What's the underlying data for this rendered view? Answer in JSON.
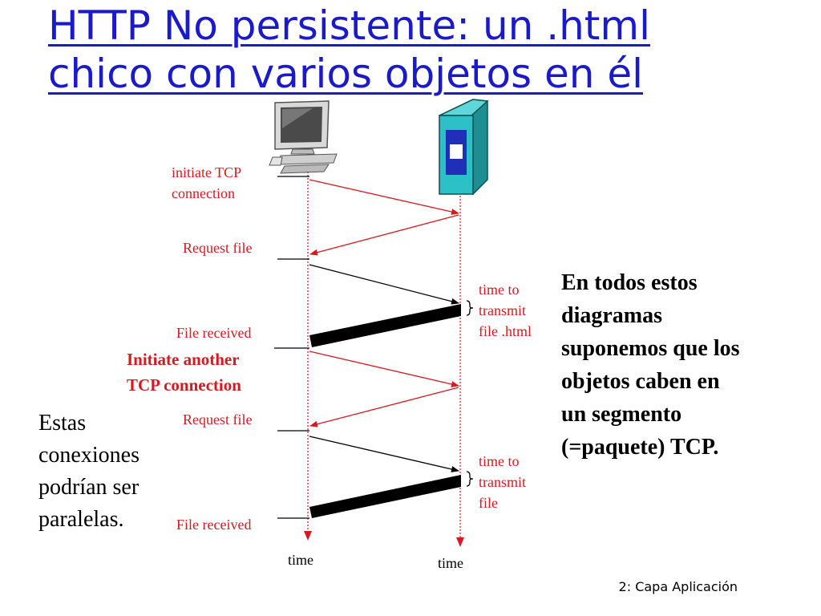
{
  "title": {
    "line1": "HTTP No persistente: un .html",
    "line2": "chico con varios objetos en él"
  },
  "labels": {
    "initiate_tcp_1": "initiate TCP",
    "initiate_tcp_2": "connection",
    "request_file_1": "Request file",
    "file_received_1": "File received",
    "initiate_another_1": "Initiate another",
    "initiate_another_2": "TCP connection",
    "request_file_2": "Request file",
    "file_received_2": "File received",
    "ttt_html_1": "time to",
    "ttt_html_2": "transmit",
    "ttt_html_3": "file .html",
    "ttt_file_1": "time to",
    "ttt_file_2": "transmit",
    "ttt_file_3": "file",
    "time_client": "time",
    "time_server": "time"
  },
  "side_note": {
    "line1": "En todos estos",
    "line2": "diagramas",
    "line3": "suponemos que los",
    "line4": "objetos caben en",
    "line5": "un segmento",
    "line6": "(=paquete) TCP."
  },
  "left_note": {
    "line1": "Estas",
    "line2": "conexiones",
    "line3": "podrían ser",
    "line4": "paralelas."
  },
  "footer": "2: Capa Aplicación",
  "colors": {
    "title": "#1a1ac8",
    "accent_red": "#d71920",
    "server_teal": "#2cc1c6",
    "server_blue": "#1f2fb8"
  },
  "icons": {
    "client": "desktop-computer-icon",
    "server": "server-tower-icon"
  }
}
